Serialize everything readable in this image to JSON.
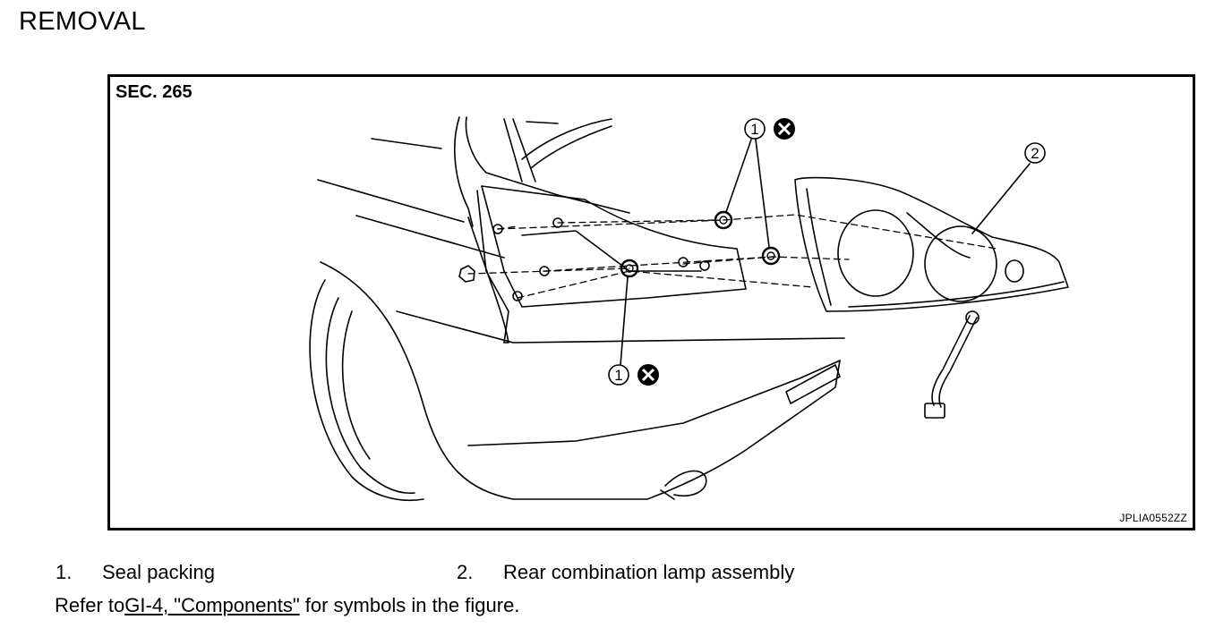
{
  "page": {
    "heading": "REMOVAL"
  },
  "figure": {
    "section_label": "SEC. 265",
    "figure_code": "JPLIA0552ZZ",
    "callouts": [
      {
        "number": "1",
        "symbol": "x-circle-icon"
      },
      {
        "number": "1",
        "symbol": "x-circle-icon"
      },
      {
        "number": "2"
      }
    ]
  },
  "legend": [
    {
      "number": "1.",
      "text": "Seal packing"
    },
    {
      "number": "2.",
      "text": "Rear combination lamp assembly"
    }
  ],
  "refer": {
    "prefix": "Refer to",
    "link_text": "GI-4, \"Components\"",
    "suffix": " for symbols in the figure."
  }
}
